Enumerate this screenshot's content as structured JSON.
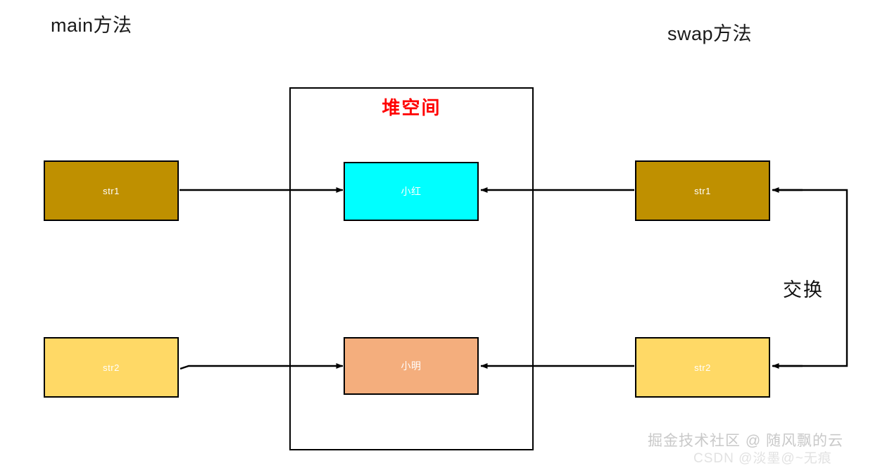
{
  "diagram": {
    "title_left": "main方法",
    "title_right": "swap方法",
    "heap": {
      "label": "堆空间",
      "label_color": "#ff0000",
      "border_color": "#000000"
    },
    "swap_annotation": "交换",
    "nodes": [
      {
        "id": "main-str1",
        "label": "str1",
        "side": "main",
        "color": "#bf9000",
        "text_color": "#ffffff"
      },
      {
        "id": "main-str2",
        "label": "str2",
        "side": "main",
        "color": "#ffd966",
        "text_color": "#ffffff"
      },
      {
        "id": "heap-red",
        "label": "小红",
        "side": "heap",
        "color": "#00ffff",
        "text_color": "#ffffff"
      },
      {
        "id": "heap-ming",
        "label": "小明",
        "side": "heap",
        "color": "#f4ae7d",
        "text_color": "#ffffff"
      },
      {
        "id": "swap-str1",
        "label": "str1",
        "side": "swap",
        "color": "#bf9000",
        "text_color": "#ffffff"
      },
      {
        "id": "swap-str2",
        "label": "str2",
        "side": "swap",
        "color": "#ffd966",
        "text_color": "#ffffff"
      }
    ],
    "arrows": [
      {
        "from": "main-str1",
        "to": "heap-red",
        "direction": "right"
      },
      {
        "from": "main-str2",
        "to": "heap-ming",
        "direction": "right"
      },
      {
        "from": "swap-str1",
        "to": "heap-red",
        "direction": "left"
      },
      {
        "from": "swap-str2",
        "to": "heap-ming",
        "direction": "left"
      },
      {
        "from": "swap-loop-top",
        "to": "swap-str1",
        "direction": "left"
      },
      {
        "from": "swap-loop-bottom",
        "to": "swap-str2",
        "direction": "left"
      }
    ],
    "watermarks": {
      "primary": "掘金技术社区 @ 随风飘的云",
      "secondary": "CSDN @淡墨@~无痕"
    }
  }
}
